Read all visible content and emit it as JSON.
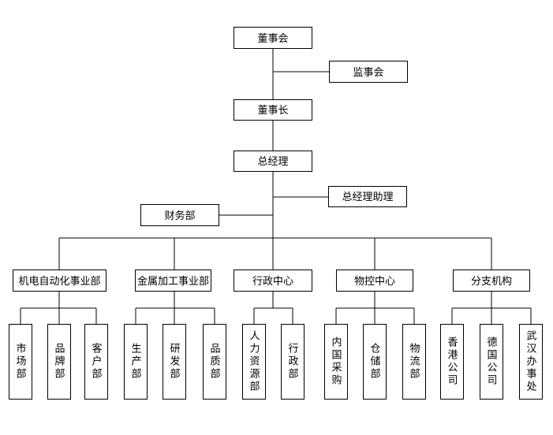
{
  "org": {
    "root": {
      "label": "董事会"
    },
    "supervisory": {
      "label": "监事会"
    },
    "chairman": {
      "label": "董事长"
    },
    "general_manager": {
      "label": "总经理"
    },
    "gm_assistant": {
      "label": "总经理助理"
    },
    "finance_dept": {
      "label": "财务部"
    },
    "divisions": [
      {
        "label": "机电自动化事业部",
        "departments": [
          "市场部",
          "品牌部",
          "客户部"
        ]
      },
      {
        "label": "金属加工事业部",
        "departments": [
          "生产部",
          "研发部",
          "品质部"
        ]
      },
      {
        "label": "行政中心",
        "departments": [
          "人力资源部",
          "行政部"
        ]
      },
      {
        "label": "物控中心",
        "departments": [
          "内国采购",
          "仓储部",
          "物流部"
        ]
      },
      {
        "label": "分支机构",
        "departments": [
          "香港公司",
          "德国公司",
          "武汉办事处"
        ]
      }
    ],
    "colors": {
      "line": "#000000",
      "border": "#000000",
      "text": "#000000",
      "background": "#ffffff"
    }
  }
}
